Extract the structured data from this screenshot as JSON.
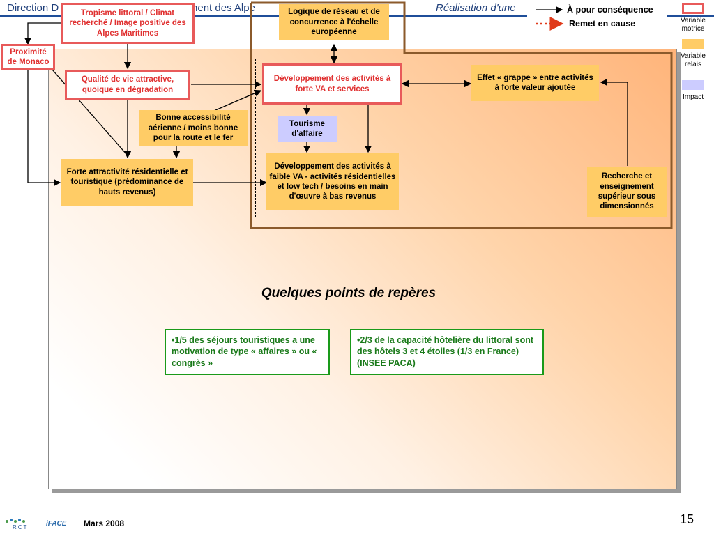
{
  "header": {
    "left_title": "Direction D",
    "left_title_tail": "pement des Alpe",
    "right_title": "Réalisation d'une"
  },
  "legend": {
    "consequence_label": "À pour conséquence",
    "questions_label": "Remet en cause",
    "driver_label": "Variable motrice",
    "relay_label": "Variable relais",
    "impact_label": "Impact"
  },
  "diagram": {
    "tropisme": "Tropisme littoral / Climat recherché / Image positive des Alpes Maritimes",
    "monaco": "Proximité de Monaco",
    "qualite": "Qualité de vie attractive, quoique en dégradation",
    "accessibilite": "Bonne accessibilité aérienne / moins bonne pour la route et le fer",
    "attractivite": "Forte attractivité résidentielle et touristique (prédominance de hauts revenus)",
    "logique": "Logique de réseau et de concurrence à l'échelle européenne",
    "dev_forte_va": "Développement des activités à forte VA et services",
    "tourisme": "Tourisme d'affaire",
    "dev_faible_va": "Développement des activités à faible VA - activités résidentielles et low tech / besoins en main d'œuvre à bas revenus",
    "grappe": "Effet « grappe » entre activités à forte valeur ajoutée",
    "recherche": "Recherche et enseignement supérieur sous dimensionnés"
  },
  "points": {
    "title": "Quelques points de repères",
    "point1": "•1/5 des séjours touristiques a une motivation de type « affaires » ou « congrès »",
    "point2": "•2/3 de la capacité hôtelière du littoral sont des hôtels 3 et 4 étoiles (1/3 en France) (INSEE PACA)"
  },
  "footer": {
    "date": "Mars 2008",
    "page_number": "15",
    "logo_rct": "RCT",
    "logo_iface": "iFACE"
  },
  "colors": {
    "motrice_border": "#e85a5a",
    "relay_fill": "#ffcc66",
    "impact_fill": "#ccccff",
    "frame_brown": "#8b5a2b",
    "green_text": "#1a7a1a",
    "header_blue": "#1f3f7a"
  }
}
